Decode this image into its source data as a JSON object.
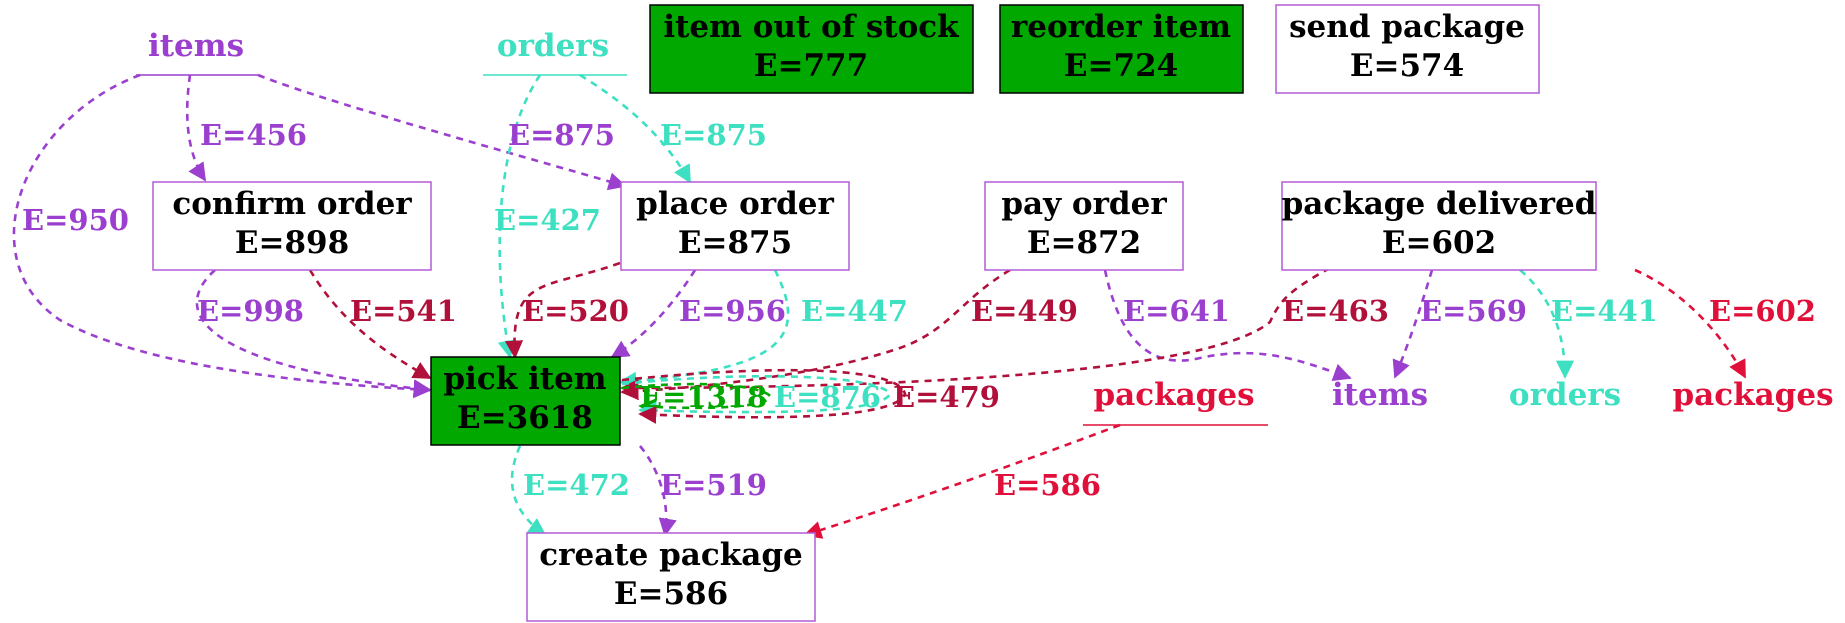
{
  "colors": {
    "purple": "#9b3fcf",
    "teal": "#3de0c0",
    "crimson": "#b0103a",
    "red": "#e0103a",
    "green_fill": "#00a800",
    "box_border": "#b35cd6",
    "text": "#000000"
  },
  "nodes": [
    {
      "id": "item_out_of_stock",
      "name": "item out of stock",
      "freq": "E=777",
      "highlighted": true
    },
    {
      "id": "reorder_item",
      "name": "reorder item",
      "freq": "E=724",
      "highlighted": true
    },
    {
      "id": "send_package",
      "name": "send package",
      "freq": "E=574",
      "highlighted": false
    },
    {
      "id": "confirm_order",
      "name": "confirm order",
      "freq": "E=898",
      "highlighted": false
    },
    {
      "id": "place_order",
      "name": "place order",
      "freq": "E=875",
      "highlighted": false
    },
    {
      "id": "pay_order",
      "name": "pay order",
      "freq": "E=872",
      "highlighted": false
    },
    {
      "id": "package_delivered",
      "name": "package delivered",
      "freq": "E=602",
      "highlighted": false
    },
    {
      "id": "pick_item",
      "name": "pick item",
      "freq": "E=3618",
      "highlighted": true
    },
    {
      "id": "create_package",
      "name": "create package",
      "freq": "E=586",
      "highlighted": false
    }
  ],
  "object_types": [
    {
      "id": "items_src",
      "label": "items",
      "color": "purple",
      "role": "source"
    },
    {
      "id": "orders_src",
      "label": "orders",
      "color": "teal",
      "role": "source"
    },
    {
      "id": "packages_src",
      "label": "packages",
      "color": "red",
      "role": "source"
    },
    {
      "id": "items_sink",
      "label": "items",
      "color": "purple",
      "role": "sink"
    },
    {
      "id": "orders_sink",
      "label": "orders",
      "color": "teal",
      "role": "sink"
    },
    {
      "id": "packages_sink",
      "label": "packages",
      "color": "red",
      "role": "sink"
    }
  ],
  "edges": [
    {
      "id": "items-confirm",
      "from": "items",
      "to": "confirm order",
      "label": "E=456",
      "color": "purple"
    },
    {
      "id": "items-place",
      "from": "items",
      "to": "place order",
      "label": "E=875",
      "color": "purple"
    },
    {
      "id": "items-pick",
      "from": "items",
      "to": "pick item",
      "label": "E=950",
      "color": "purple"
    },
    {
      "id": "orders-place",
      "from": "orders",
      "to": "place order",
      "label": "E=875",
      "color": "teal"
    },
    {
      "id": "orders-pick",
      "from": "orders",
      "to": "pick item",
      "label": "E=427",
      "color": "teal"
    },
    {
      "id": "confirm-pick-items",
      "from": "confirm order",
      "to": "pick item",
      "label": "E=998",
      "color": "purple"
    },
    {
      "id": "confirm-pick-orders",
      "from": "confirm order",
      "to": "pick item",
      "label": "E=541",
      "color": "crimson"
    },
    {
      "id": "place-pick-crimson",
      "from": "place order",
      "to": "pick item",
      "label": "E=520",
      "color": "crimson"
    },
    {
      "id": "place-pick-purple",
      "from": "place order",
      "to": "pick item",
      "label": "E=956",
      "color": "purple"
    },
    {
      "id": "place-pick-teal",
      "from": "place order",
      "to": "pick item",
      "label": "E=447",
      "color": "teal"
    },
    {
      "id": "pay-pick",
      "from": "pay order",
      "to": "pick item",
      "label": "E=449",
      "color": "crimson"
    },
    {
      "id": "pay-items",
      "from": "pay order",
      "to": "items",
      "label": "E=641",
      "color": "purple"
    },
    {
      "id": "delivered-pick",
      "from": "package delivered",
      "to": "pick item",
      "label": "E=463",
      "color": "crimson"
    },
    {
      "id": "delivered-items",
      "from": "package delivered",
      "to": "items",
      "label": "E=569",
      "color": "purple"
    },
    {
      "id": "delivered-orders",
      "from": "package delivered",
      "to": "orders",
      "label": "E=441",
      "color": "teal"
    },
    {
      "id": "delivered-packages",
      "from": "package delivered",
      "to": "packages",
      "label": "E=602",
      "color": "red"
    },
    {
      "id": "pick-self-green",
      "from": "pick item",
      "to": "pick item",
      "label": "E=1318",
      "color": "green_fill"
    },
    {
      "id": "pick-self-teal",
      "from": "pick item",
      "to": "pick item",
      "label": "E=876",
      "color": "teal"
    },
    {
      "id": "pick-self-crimson",
      "from": "pick item",
      "to": "pick item",
      "label": "E=479",
      "color": "crimson"
    },
    {
      "id": "pick-create-teal",
      "from": "pick item",
      "to": "create package",
      "label": "E=472",
      "color": "teal"
    },
    {
      "id": "pick-create-purple",
      "from": "pick item",
      "to": "create package",
      "label": "E=519",
      "color": "purple"
    },
    {
      "id": "packages-create",
      "from": "packages",
      "to": "create package",
      "label": "E=586",
      "color": "red"
    }
  ]
}
